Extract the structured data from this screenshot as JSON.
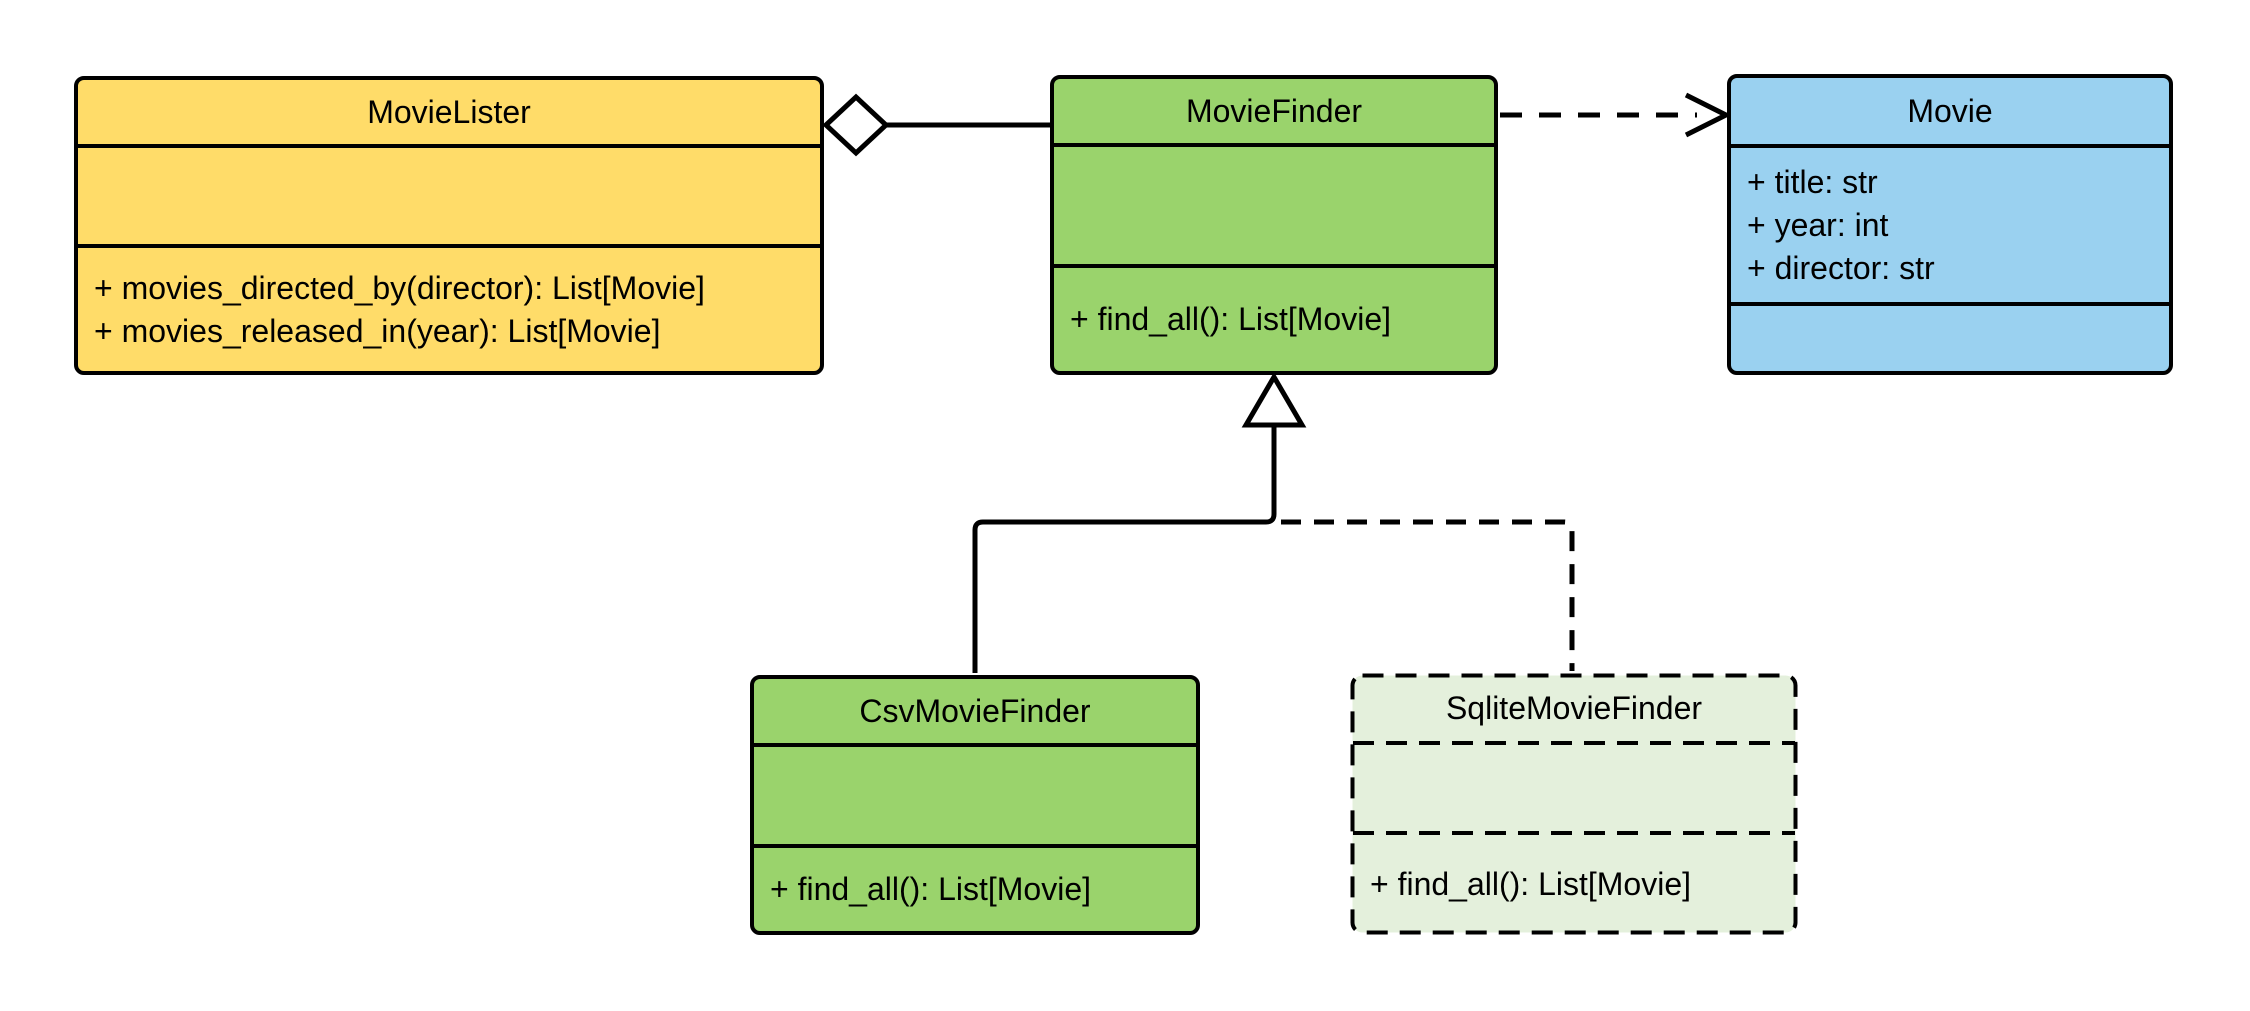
{
  "diagram_type": "uml-class-diagram",
  "stroke_color": "#000000",
  "background_color": "#FFFFFF",
  "classes": [
    {
      "name": "MovieLister",
      "fill": "#FFDC69",
      "border_style": "solid",
      "attributes": [],
      "methods": [
        "+ movies_directed_by(director): List[Movie]",
        "+ movies_released_in(year): List[Movie]"
      ]
    },
    {
      "name": "MovieFinder",
      "fill": "#9AD36C",
      "border_style": "solid",
      "attributes": [],
      "methods": [
        "+ find_all(): List[Movie]"
      ]
    },
    {
      "name": "Movie",
      "fill": "#9AD1F0",
      "border_style": "solid",
      "attributes": [
        "+ title: str",
        "+ year: int",
        "+ director: str"
      ],
      "methods": []
    },
    {
      "name": "CsvMovieFinder",
      "fill": "#9AD36C",
      "border_style": "solid",
      "attributes": [],
      "methods": [
        "+ find_all(): List[Movie]"
      ]
    },
    {
      "name": "SqliteMovieFinder",
      "fill": "#E4F0DC",
      "border_style": "dashed",
      "attributes": [],
      "methods": [
        "+ find_all(): List[Movie]"
      ]
    }
  ],
  "relationships": [
    {
      "type": "aggregation",
      "from": "MovieLister",
      "to": "MovieFinder",
      "line": "solid",
      "marker": "open-diamond"
    },
    {
      "type": "dependency",
      "from": "MovieFinder",
      "to": "Movie",
      "line": "dashed",
      "marker": "open-arrow"
    },
    {
      "type": "inheritance",
      "from": "CsvMovieFinder",
      "to": "MovieFinder",
      "line": "solid",
      "marker": "hollow-triangle"
    },
    {
      "type": "inheritance",
      "from": "SqliteMovieFinder",
      "to": "MovieFinder",
      "line": "dashed",
      "marker": "hollow-triangle"
    }
  ]
}
